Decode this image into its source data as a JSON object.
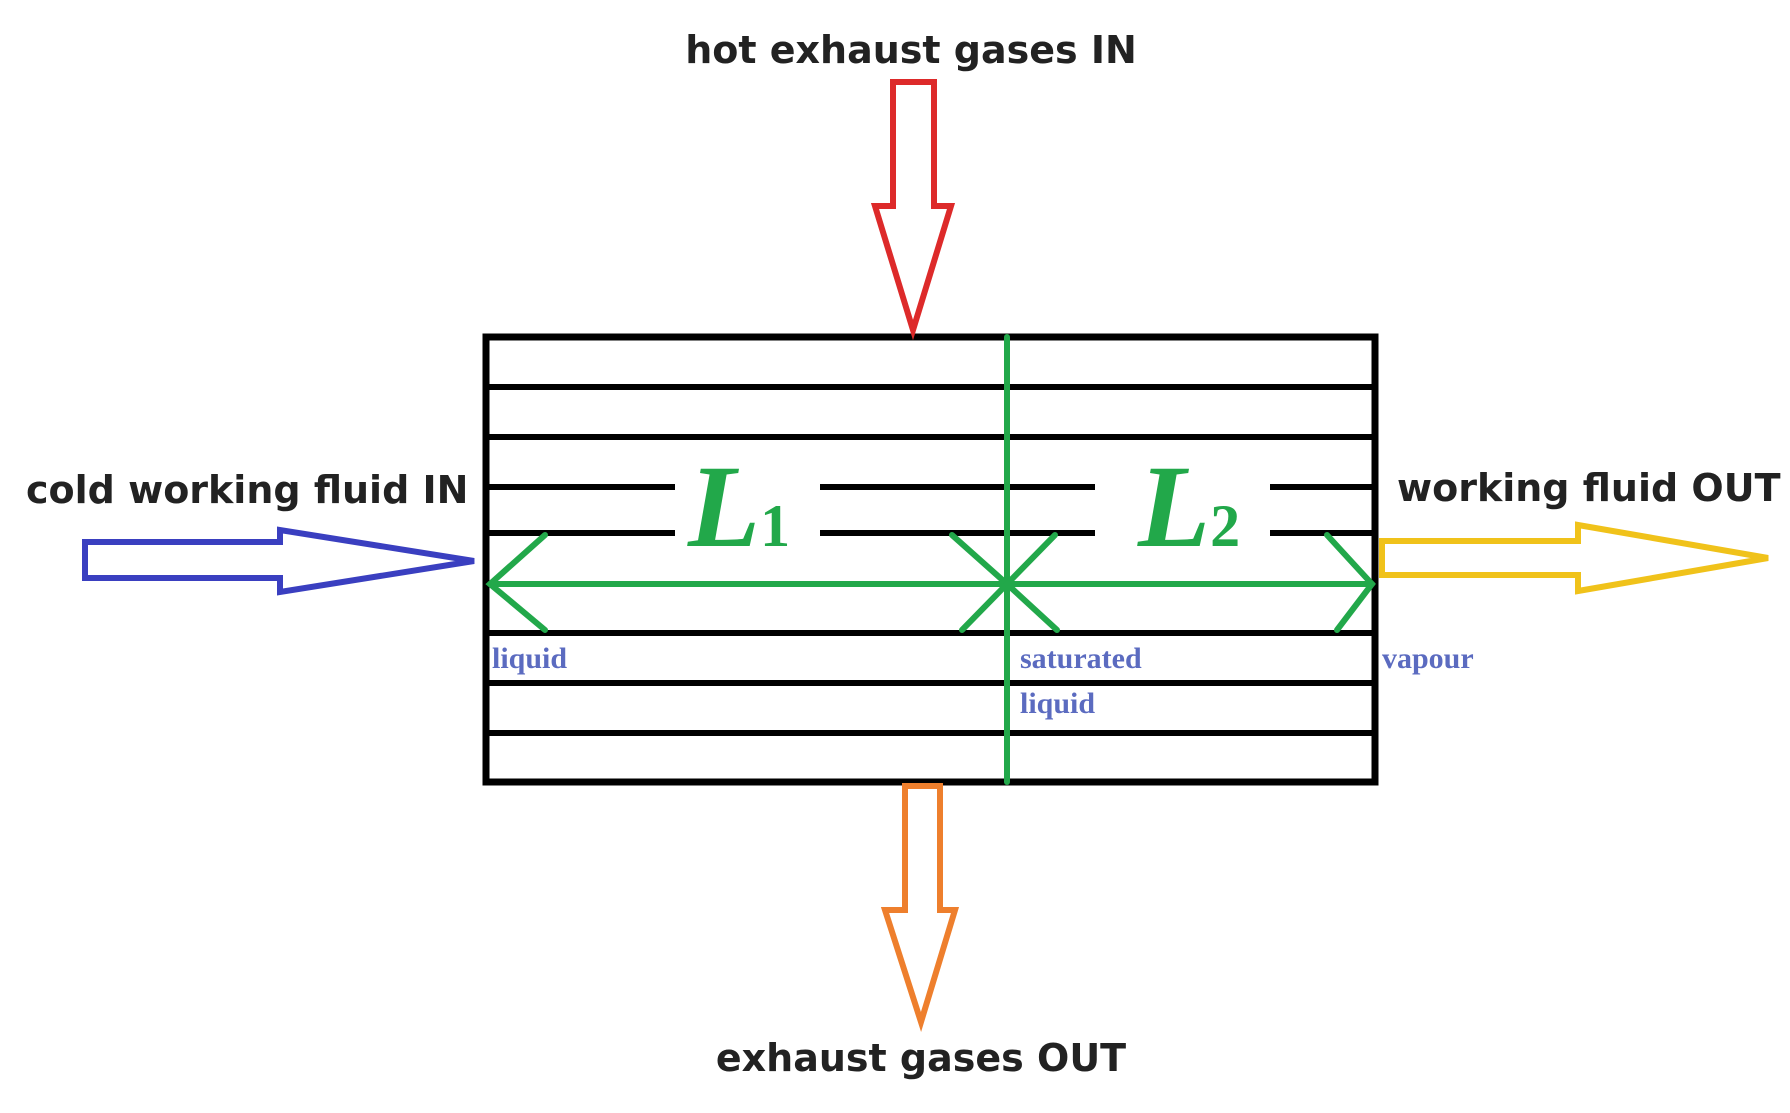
{
  "labels": {
    "hot_in": "hot exhaust gases IN",
    "exhaust_out": "exhaust gases OUT",
    "cold_in": "cold working fluid IN",
    "fluid_out": "working fluid OUT",
    "liquid": "liquid",
    "saturated_line1": "saturated",
    "saturated_line2": "liquid",
    "vapour": "vapour",
    "L1_letter": "L",
    "L1_sub": "1",
    "L2_letter": "L",
    "L2_sub": "2"
  },
  "colors": {
    "hot_in_arrow": "#dd2a2a",
    "exhaust_out_arrow": "#ee7f2d",
    "cold_in_arrow": "#3a3fc0",
    "fluid_out_arrow": "#f0c21a",
    "dimension": "#22a84a",
    "state_label": "#5b6bc0",
    "outline": "#000000"
  },
  "icons": {
    "hot_in": "down-arrow-icon",
    "exhaust_out": "down-arrow-icon",
    "cold_in": "right-arrow-icon",
    "fluid_out": "right-arrow-icon"
  }
}
